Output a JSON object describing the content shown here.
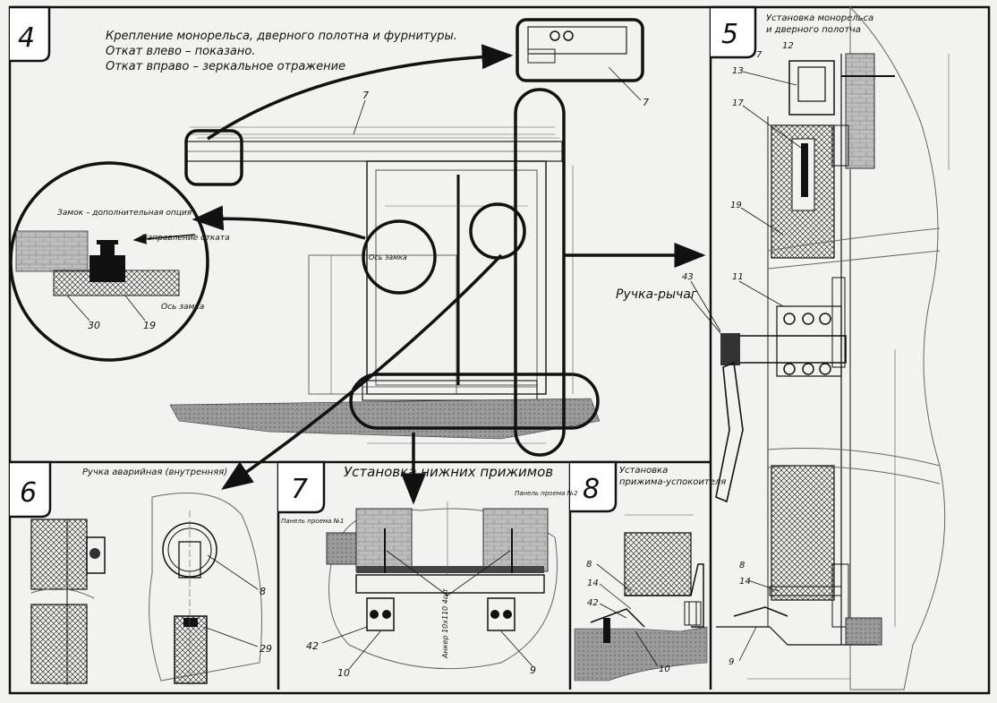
{
  "panels": [
    {
      "id": "4",
      "title_lines": [
        "Крепление монорельса, дверного полотна и фурнитуры.",
        "Откат влево – показано.",
        "Откат вправо – зеркальное отражение"
      ]
    },
    {
      "id": "5",
      "title_lines": [
        "Установка монорельса",
        "и дверного полотна"
      ]
    },
    {
      "id": "6",
      "title_lines": [
        "Ручка аварийная (внутренняя)"
      ]
    },
    {
      "id": "7",
      "title_lines": [
        "Установка нижних прижимов"
      ]
    },
    {
      "id": "8",
      "title_lines": [
        "Установка",
        "прижима-успокоителя"
      ]
    }
  ],
  "labels": {
    "lock_option": "Замок – дополнительная опция",
    "rollback_direction": "Направление отката",
    "lock_axis": "Ось замка",
    "lock_axis_center": "Ось замка",
    "handle_lever": "Ручка-рычаг",
    "opening_panel_1": "Панель проема №1",
    "opening_panel_2": "Панель проема №2",
    "anchor": "Анкер 10х110 4шт"
  },
  "callouts": {
    "p4_top_7": "7",
    "p4_mid_7": "7",
    "p4_30": "30",
    "p4_19": "19",
    "p5_12": "12",
    "p5_7": "7",
    "p5_13": "13",
    "p5_17": "17",
    "p5_19": "19",
    "p5_43": "43",
    "p5_11": "11",
    "p5_8": "8",
    "p5_14": "14",
    "p5_9": "9",
    "p6_8": "8",
    "p6_29": "29",
    "p7_42": "42",
    "p7_10": "10",
    "p7_9": "9",
    "p8_8": "8",
    "p8_14": "14",
    "p8_42": "42",
    "p8_10": "10"
  }
}
